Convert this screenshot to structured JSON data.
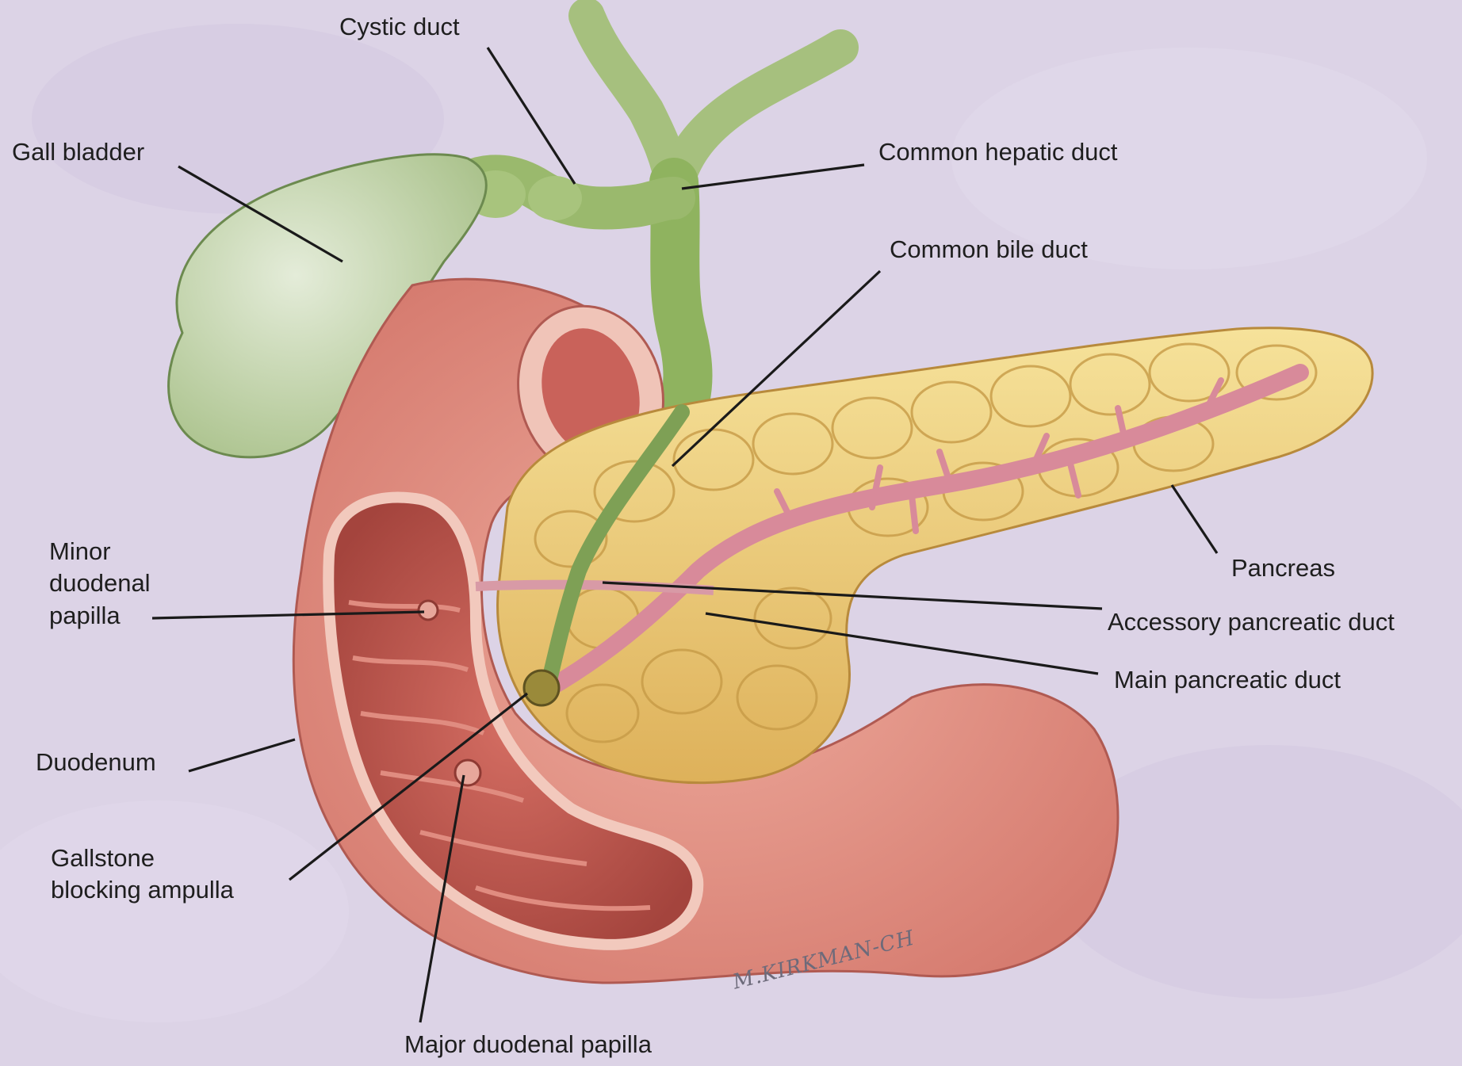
{
  "labels": {
    "cystic_duct": "Cystic duct",
    "gall_bladder": "Gall bladder",
    "common_hepatic_duct": "Common hepatic duct",
    "common_bile_duct": "Common bile duct",
    "pancreas": "Pancreas",
    "minor_papilla_line1": "Minor",
    "minor_papilla_line2": "duodenal",
    "minor_papilla_line3": "papilla",
    "accessory_duct": "Accessory pancreatic duct",
    "main_duct": "Main pancreatic duct",
    "duodenum": "Duodenum",
    "gallstone_line1": "Gallstone",
    "gallstone_line2": "blocking ampulla",
    "major_papilla": "Major duodenal papilla"
  },
  "signature": "M.KIRKMAN-CH",
  "colors": {
    "background": "#dcd3e6",
    "gallbladder": "#b9cf9c",
    "bile_duct": "#8fb35f",
    "duodenum_outer": "#e79a8e",
    "duodenum_inner": "#c2574e",
    "pancreas": "#efd27a",
    "pancreatic_duct": "#d88a9a",
    "leader_line": "#1a1a1a"
  }
}
